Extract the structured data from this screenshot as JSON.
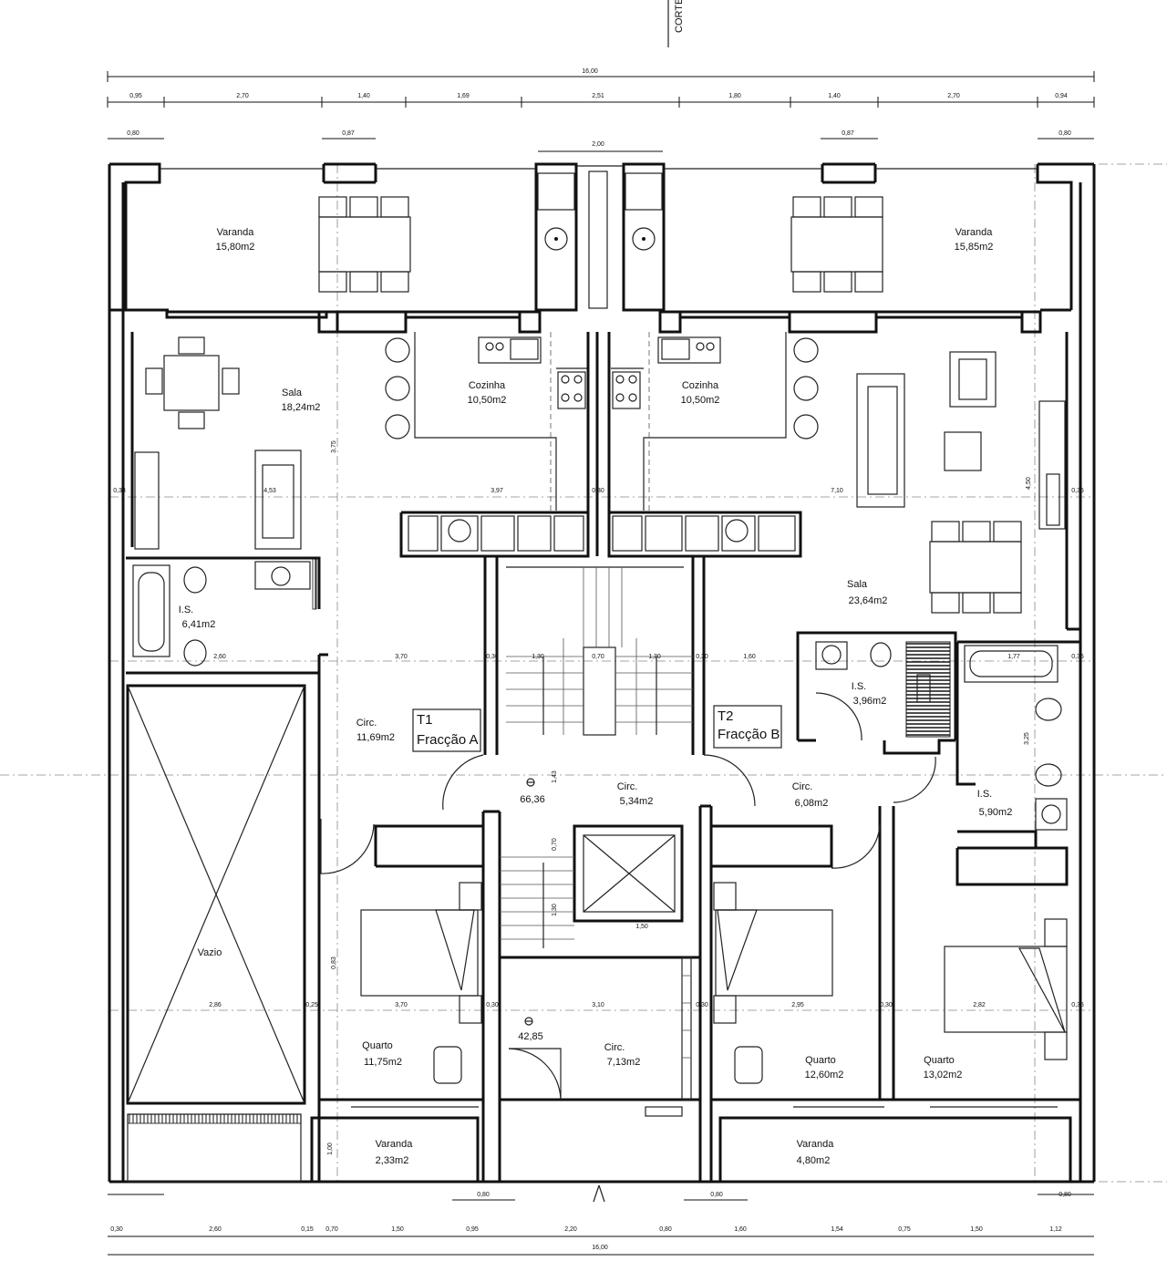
{
  "section_mark": "CORTE",
  "fractions": {
    "a": {
      "code": "T1",
      "name": "Fracção A"
    },
    "b": {
      "code": "T2",
      "name": "Fracção B"
    }
  },
  "rooms": [
    {
      "id": "varanda-top-left",
      "name": "Varanda",
      "area": "15,80m2"
    },
    {
      "id": "varanda-top-right",
      "name": "Varanda",
      "area": "15,85m2"
    },
    {
      "id": "sala-left",
      "name": "Sala",
      "area": "18,24m2"
    },
    {
      "id": "cozinha-left",
      "name": "Cozinha",
      "area": "10,50m2"
    },
    {
      "id": "cozinha-right",
      "name": "Cozinha",
      "area": "10,50m2"
    },
    {
      "id": "sala-right",
      "name": "Sala",
      "area": "23,64m2"
    },
    {
      "id": "is-left",
      "name": "I.S.",
      "area": "6,41m2"
    },
    {
      "id": "is-right-1",
      "name": "I.S.",
      "area": "3,96m2"
    },
    {
      "id": "is-right-2",
      "name": "I.S.",
      "area": "5,90m2"
    },
    {
      "id": "circ-left",
      "name": "Circ.",
      "area": "11,69m2"
    },
    {
      "id": "circ-center",
      "name": "Circ.",
      "area": "5,34m2"
    },
    {
      "id": "circ-right",
      "name": "Circ.",
      "area": "6,08m2"
    },
    {
      "id": "circ-bottom",
      "name": "Circ.",
      "area": "7,13m2"
    },
    {
      "id": "vazio",
      "name": "Vazio",
      "area": ""
    },
    {
      "id": "quarto-left",
      "name": "Quarto",
      "area": "11,75m2"
    },
    {
      "id": "quarto-mid",
      "name": "Quarto",
      "area": "12,60m2"
    },
    {
      "id": "quarto-right",
      "name": "Quarto",
      "area": "13,02m2"
    },
    {
      "id": "varanda-bottom-left",
      "name": "Varanda",
      "area": "2,33m2"
    },
    {
      "id": "varanda-bottom-right",
      "name": "Varanda",
      "area": "4,80m2"
    }
  ],
  "levels": [
    {
      "id": "level-upper",
      "value": "66,36"
    },
    {
      "id": "level-lower",
      "value": "42,85"
    }
  ],
  "dimensions": {
    "top_total": "16,00",
    "top_chain": [
      "0,95",
      "2,70",
      "1,40",
      "1,69",
      "2,51",
      "1,80",
      "1,40",
      "2,70",
      "0,94"
    ],
    "top_small": [
      "0,80",
      "0,87",
      "2,00",
      "0,87",
      "0,80"
    ],
    "bottom_chain": [
      "0,30",
      "2,60",
      "0,15",
      "0,70",
      "1,50",
      "0,95",
      "2,20",
      "0,80",
      "1,60",
      "1,54",
      "0,75",
      "1,50",
      "1,12"
    ],
    "bottom_total": "16,00",
    "bottom_small": [
      "0,80",
      "0,80",
      "0,80"
    ],
    "interior": [
      "0,33",
      "4,53",
      "3,97",
      "0,30",
      "7,10",
      "0,35",
      "2,60",
      "3,70",
      "0,30",
      "1,30",
      "0,70",
      "1,30",
      "0,30",
      "1,60",
      "1,77",
      "0,35",
      "2,86",
      "0,25",
      "3,70",
      "0,30",
      "3,10",
      "0,30",
      "2,95",
      "0,30",
      "2,82",
      "0,35",
      "3,75",
      "4,50",
      "1,43",
      "0,70",
      "1,30",
      "1,50",
      "3,25",
      "0,83",
      "1,00"
    ]
  }
}
